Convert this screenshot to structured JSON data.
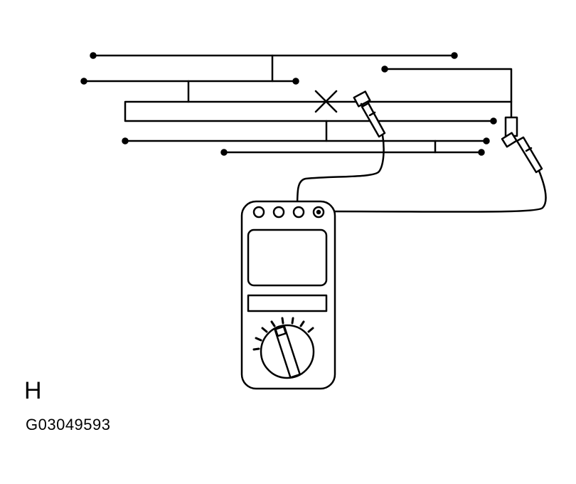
{
  "figure": {
    "view_letter": "H",
    "figure_code": "G03049593"
  },
  "colors": {
    "line": "#000000",
    "background": "#ffffff"
  },
  "parts": {
    "wiring": "wiring-harness-diagram",
    "open_circuit": "open-circuit-x-mark",
    "probe_left": "test-probe-left",
    "probe_right": "test-probe-right",
    "meter": "digital-multimeter",
    "dial": "rotary-selector-dial",
    "jacks": "probe-jack-row"
  }
}
